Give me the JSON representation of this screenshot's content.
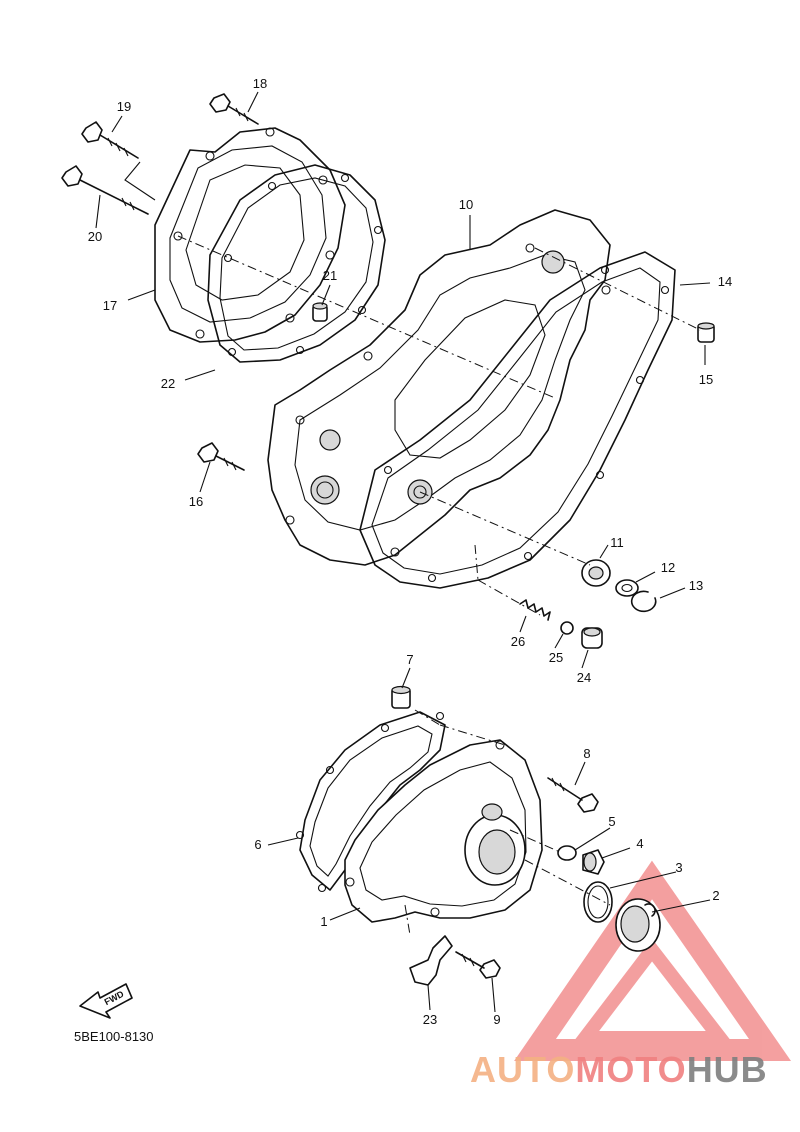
{
  "diagram_code": "5BE100-8130",
  "fwd_label": "FWD",
  "watermark": {
    "part1": "AUTO",
    "part2": "MOTO",
    "part3": "HUB",
    "color1": "#f4b183",
    "color2": "#f08080",
    "color3": "#7f7f7f",
    "triangle_color": "#f08080"
  },
  "callouts": {
    "c1": "1",
    "c2": "2",
    "c3": "3",
    "c4": "4",
    "c5": "5",
    "c6": "6",
    "c7": "7",
    "c8": "8",
    "c9": "9",
    "c10": "10",
    "c11": "11",
    "c12": "12",
    "c13": "13",
    "c14": "14",
    "c15": "15",
    "c16": "16",
    "c17": "17",
    "c18": "18",
    "c19": "19",
    "c20": "20",
    "c21": "21",
    "c22": "22",
    "c23": "23",
    "c24": "24",
    "c25": "25",
    "c26": "26"
  }
}
